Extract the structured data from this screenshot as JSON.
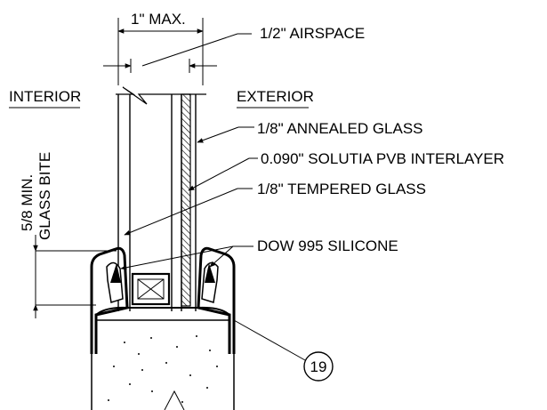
{
  "labels": {
    "max_width": "1\" MAX.",
    "airspace": "1/2\" AIRSPACE",
    "interior": "INTERIOR",
    "exterior": "EXTERIOR",
    "annealed_glass": "1/8\" ANNEALED GLASS",
    "interlayer": "0.090\" SOLUTIA PVB INTERLAYER",
    "tempered_glass": "1/8\" TEMPERED GLASS",
    "glass_bite_1": "5/8 MIN.",
    "glass_bite_2": "GLASS BITE",
    "silicone": "DOW 995 SILICONE",
    "callout_number": "19"
  },
  "colors": {
    "line": "#000000",
    "background": "#ffffff"
  }
}
